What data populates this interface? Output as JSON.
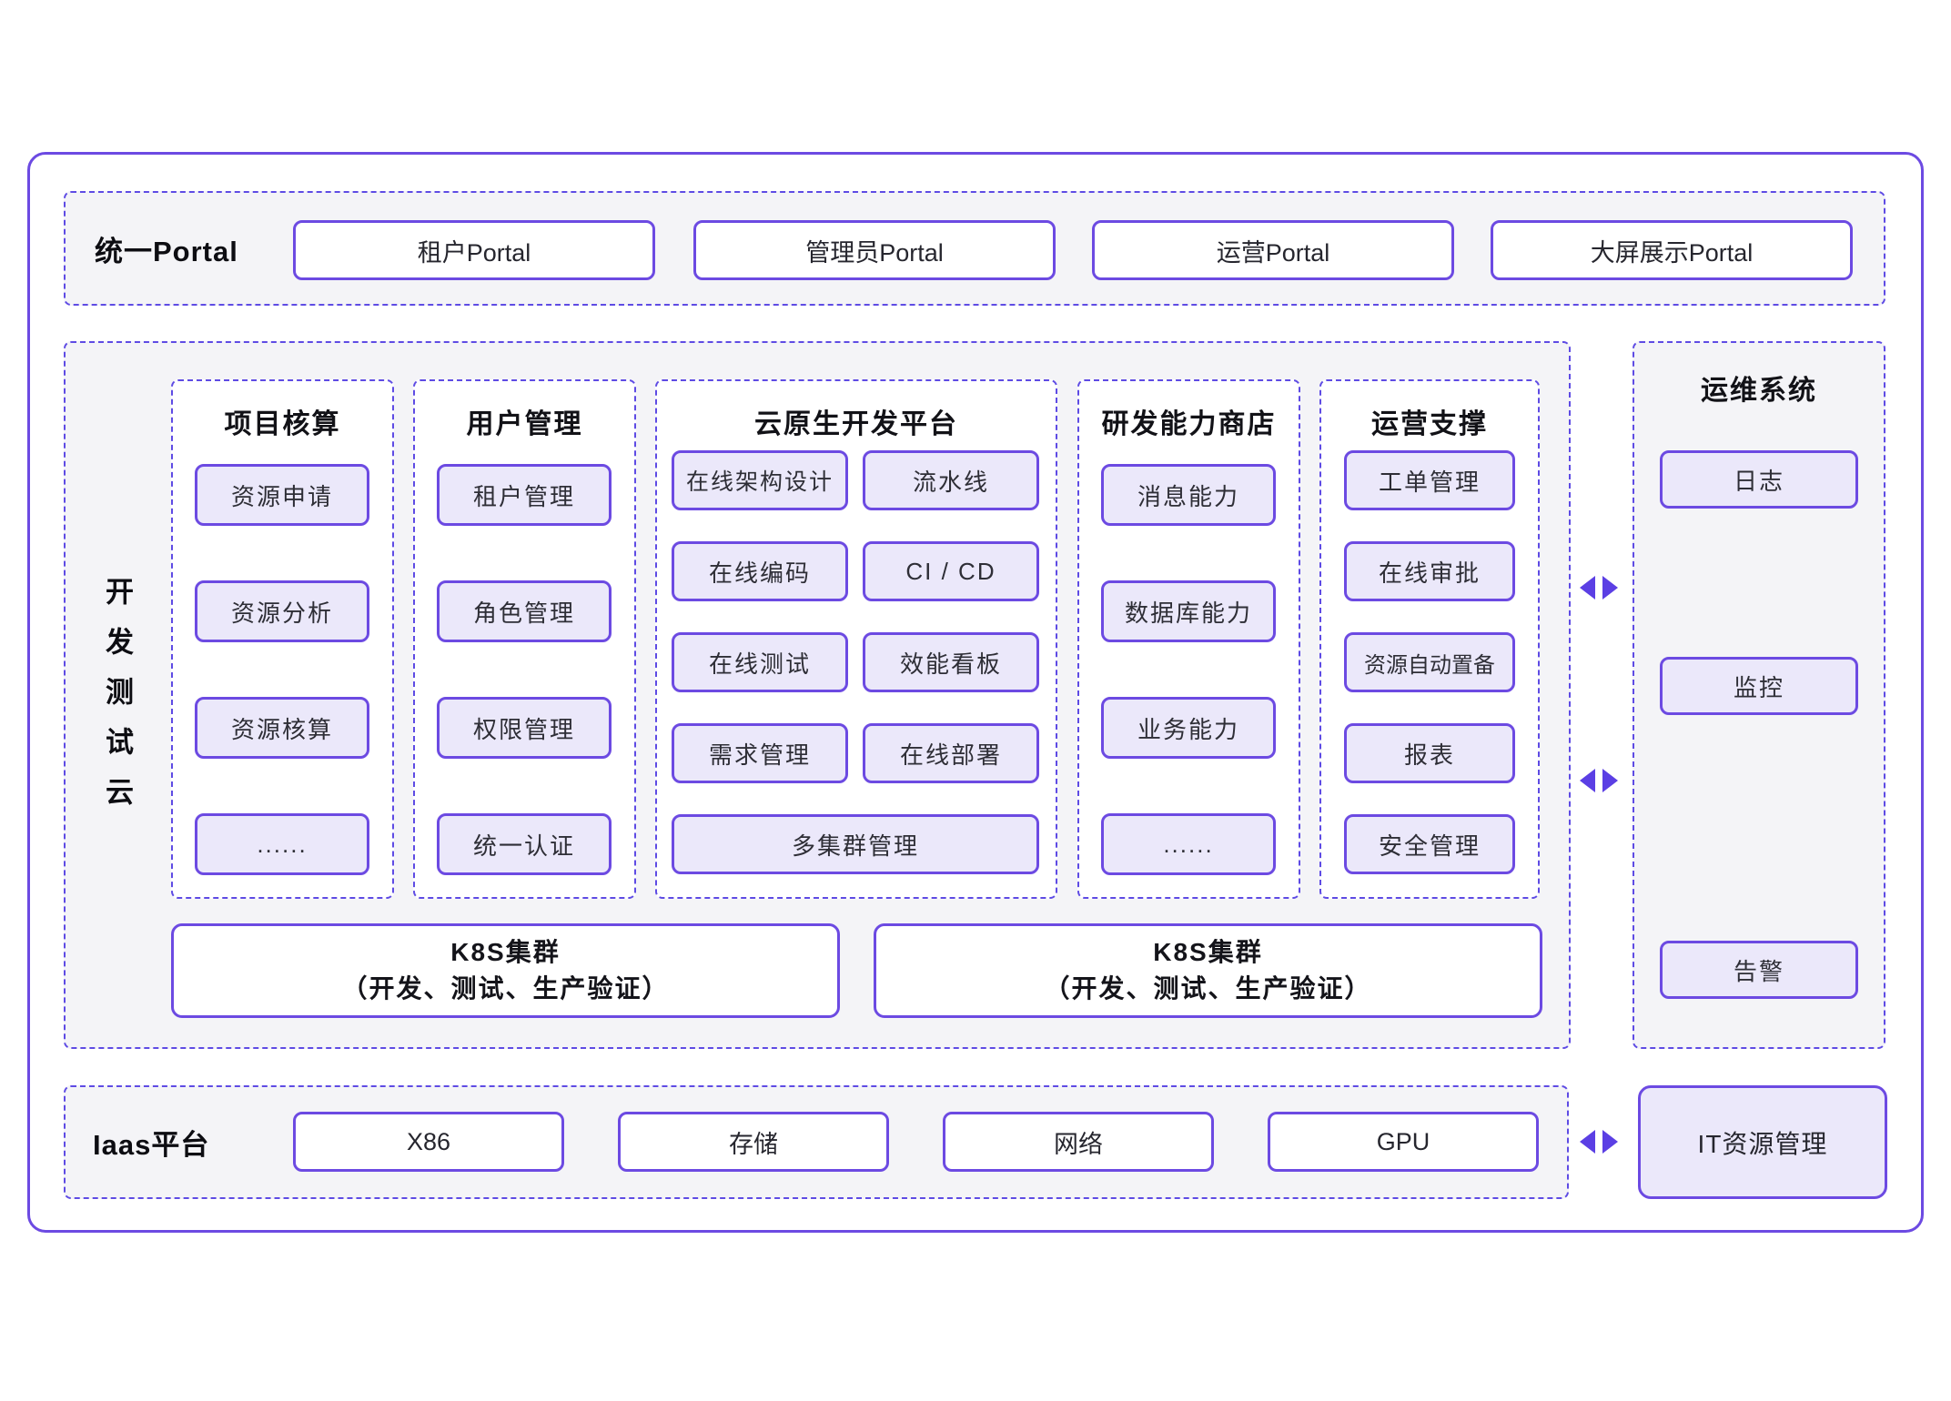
{
  "portal": {
    "label": "统一Portal",
    "items": [
      "租户Portal",
      "管理员Portal",
      "运营Portal",
      "大屏展示Portal"
    ]
  },
  "dev_cloud": {
    "label": "开发测试云",
    "columns": [
      {
        "title": "项目核算",
        "chips": [
          "资源申请",
          "资源分析",
          "资源核算",
          "......"
        ]
      },
      {
        "title": "用户管理",
        "chips": [
          "租户管理",
          "角色管理",
          "权限管理",
          "统一认证"
        ]
      },
      {
        "title": "云原生开发平台",
        "chips": [
          "在线架构设计",
          "流水线",
          "在线编码",
          "CI / CD",
          "在线测试",
          "效能看板",
          "需求管理",
          "在线部署",
          "多集群管理"
        ]
      },
      {
        "title": "研发能力商店",
        "chips": [
          "消息能力",
          "数据库能力",
          "业务能力",
          "......"
        ]
      },
      {
        "title": "运营支撑",
        "chips": [
          "工单管理",
          "在线审批",
          "资源自动置备",
          "报表",
          "安全管理"
        ]
      }
    ],
    "k8s": {
      "title": "K8S集群",
      "subtitle": "（开发、测试、生产验证）"
    }
  },
  "ops_system": {
    "title": "运维系统",
    "chips": [
      "日志",
      "监控",
      "告警"
    ]
  },
  "iaas": {
    "label": "Iaas平台",
    "items": [
      "X86",
      "存储",
      "网络",
      "GPU"
    ],
    "it_resource": "IT资源管理"
  },
  "colors": {
    "solid_border": "#6C4AE2",
    "dashed_border": "#5E4BE4",
    "chip_fill": "#EBE8FA",
    "section_bg": "#f4f4f7",
    "arrow": "#5B3FE4",
    "text": "#26262e"
  }
}
